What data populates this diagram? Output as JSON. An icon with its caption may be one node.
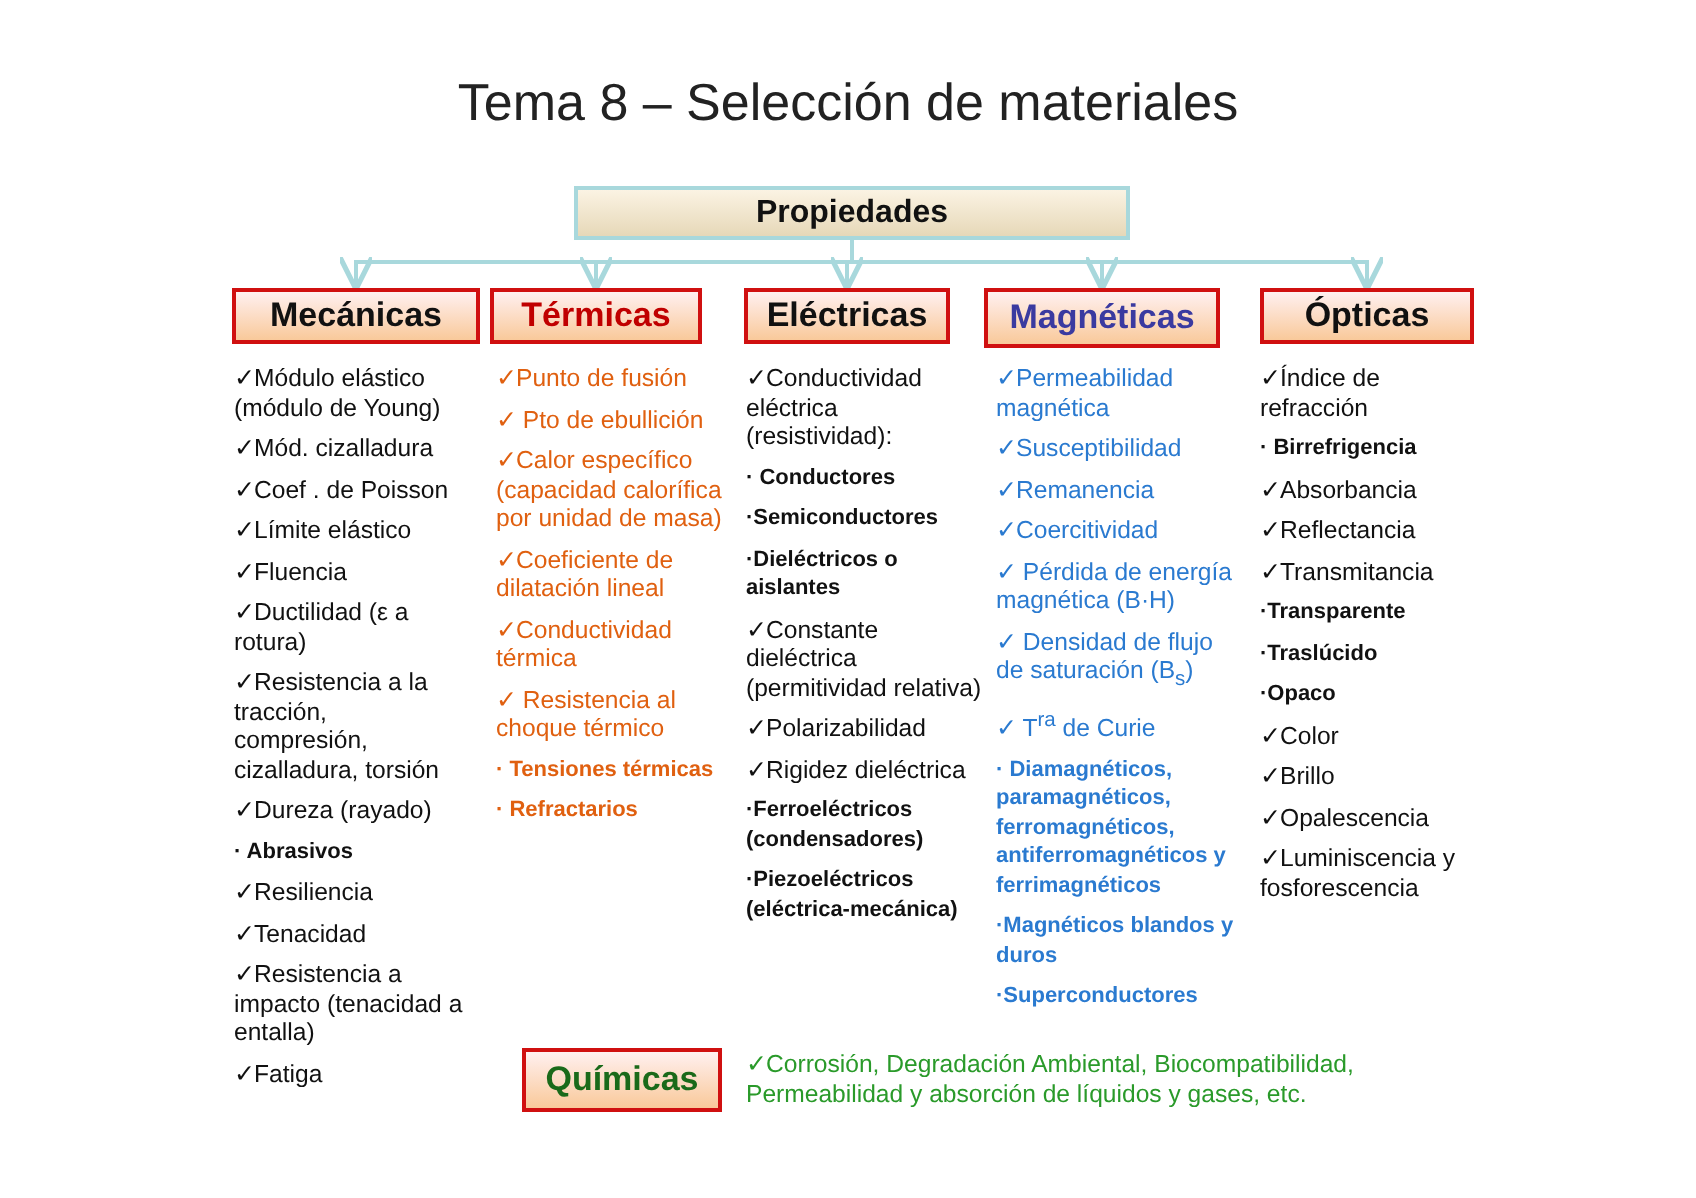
{
  "diagram": {
    "title": "Tema 8 – Selección de materiales",
    "nodes": [
      {
        "text": [
          "Propiedades"
        ]
      },
      {
        "text": [
          "Mecánicas"
        ],
        "beside": [
          "✓Módulo elástico (módulo de Young)",
          "✓Mód. cizalladura",
          "✓Coef . de Poisson",
          "✓Límite elástico",
          "✓Fluencia",
          "✓Ductilidad (ε a rotura)",
          "✓Resistencia a la tracción, compresión, cizalladura, torsión",
          "✓Dureza (rayado)",
          "· Abrasivos",
          "✓Resiliencia",
          "✓Tenacidad",
          "✓Resistencia a impacto (tenacidad a entalla)",
          "✓Fatiga"
        ]
      },
      {
        "text": [
          "Térmicas"
        ],
        "beside": [
          "✓Punto de fusión",
          "✓ Pto de ebullición",
          "✓Calor específico (capacidad calorífica por unidad de masa)",
          "✓Coeficiente de dilatación lineal",
          "✓Conductividad térmica",
          "✓ Resistencia al choque térmico",
          "· Tensiones térmicas",
          "· Refractarios"
        ]
      },
      {
        "text": [
          "Eléctricas"
        ],
        "beside": [
          "✓Conductividad eléctrica (resistividad):",
          "· Conductores",
          "·Semiconductores",
          "·Dieléctricos o aislantes",
          "✓Constante dieléctrica (permitividad relativa)",
          "✓Polarizabilidad",
          "✓Rigidez dieléctrica",
          "·Ferroeléctricos (condensadores)",
          "·Piezoeléctricos (eléctrica-mecánica)"
        ]
      },
      {
        "text": [
          "Magnéticas"
        ],
        "beside": [
          "✓Permeabilidad magnética",
          "✓Susceptibilidad",
          "✓Remanencia",
          "✓Coercitividad",
          "✓ Pérdida de energía magnética (B·H)",
          "✓ Densidad de flujo de saturación (B$_{s}$)",
          "✓ T$^{ra}$ de Curie",
          "· Diamagnéticos, paramagnéticos, ferromagnéticos, antiferromagnéticos y ferrimagnéticos",
          "·Magnéticos blandos y duros",
          "·Superconductores"
        ]
      },
      {
        "text": [
          "Ópticas"
        ],
        "beside": [
          "✓Índice de refracción",
          "· Birrefrigencia",
          "✓Absorbancia",
          "✓Reflectancia",
          "✓Transmitancia",
          "·Transparente",
          "·Traslúcido",
          "·Opaco",
          "✓Color",
          "✓Brillo",
          "✓Opalescencia",
          "✓Luminiscencia y fosforescencia"
        ]
      },
      {
        "text": [
          "Químicas"
        ],
        "beside": [
          "✓Corrosión, Degradación Ambiental, Biocompatibilidad, Permeabilidad y absorción de líquidos y gases, etc."
        ]
      }
    ],
    "edges": [
      {
        "from": 0,
        "to": 1,
        "arrow": "to"
      },
      {
        "from": 0,
        "to": 2,
        "arrow": "to"
      },
      {
        "from": 0,
        "to": 3,
        "arrow": "to"
      },
      {
        "from": 0,
        "to": 4,
        "arrow": "to"
      },
      {
        "from": 0,
        "to": 5,
        "arrow": "to"
      }
    ]
  }
}
